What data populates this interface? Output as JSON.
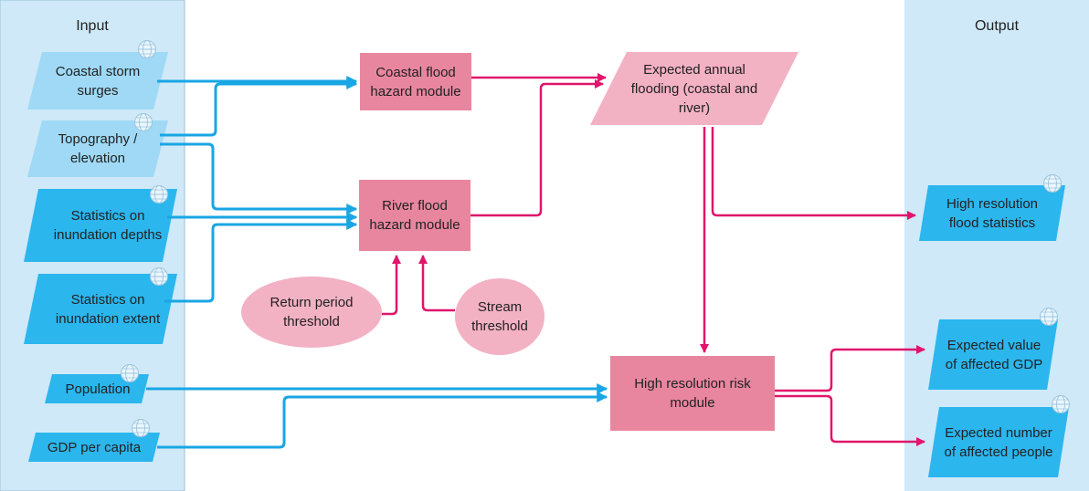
{
  "input_panel": {
    "title": "Input",
    "items": [
      {
        "label": "Coastal storm surges"
      },
      {
        "label": "Topography / elevation"
      },
      {
        "label": "Statistics on inundation depths"
      },
      {
        "label": "Statistics on inundation extent"
      },
      {
        "label": "Population"
      },
      {
        "label": "GDP per capita"
      }
    ]
  },
  "modules": {
    "coastal": "Coastal flood hazard module",
    "river": "River flood hazard module",
    "risk": "High resolution risk module"
  },
  "intermediate": {
    "expected_flooding": "Expected annual flooding (coastal and river)"
  },
  "thresholds": {
    "return_period": "Return period threshold",
    "stream": "Stream threshold"
  },
  "output_panel": {
    "title": "Output",
    "items": [
      {
        "label": "High resolution flood statistics"
      },
      {
        "label": "Expected value of affected GDP"
      },
      {
        "label": "Expected number of affected people"
      }
    ]
  },
  "colors": {
    "panel_bg": "#cfe9f8",
    "input_light": "#9fd9f5",
    "input_dark": "#2bb6ee",
    "module_pink": "#e9869f",
    "light_pink": "#f3b1c4",
    "arrow_blue": "#19a6e4",
    "arrow_magenta": "#e0156b"
  },
  "icons": {
    "data_source": "globe-icon"
  }
}
